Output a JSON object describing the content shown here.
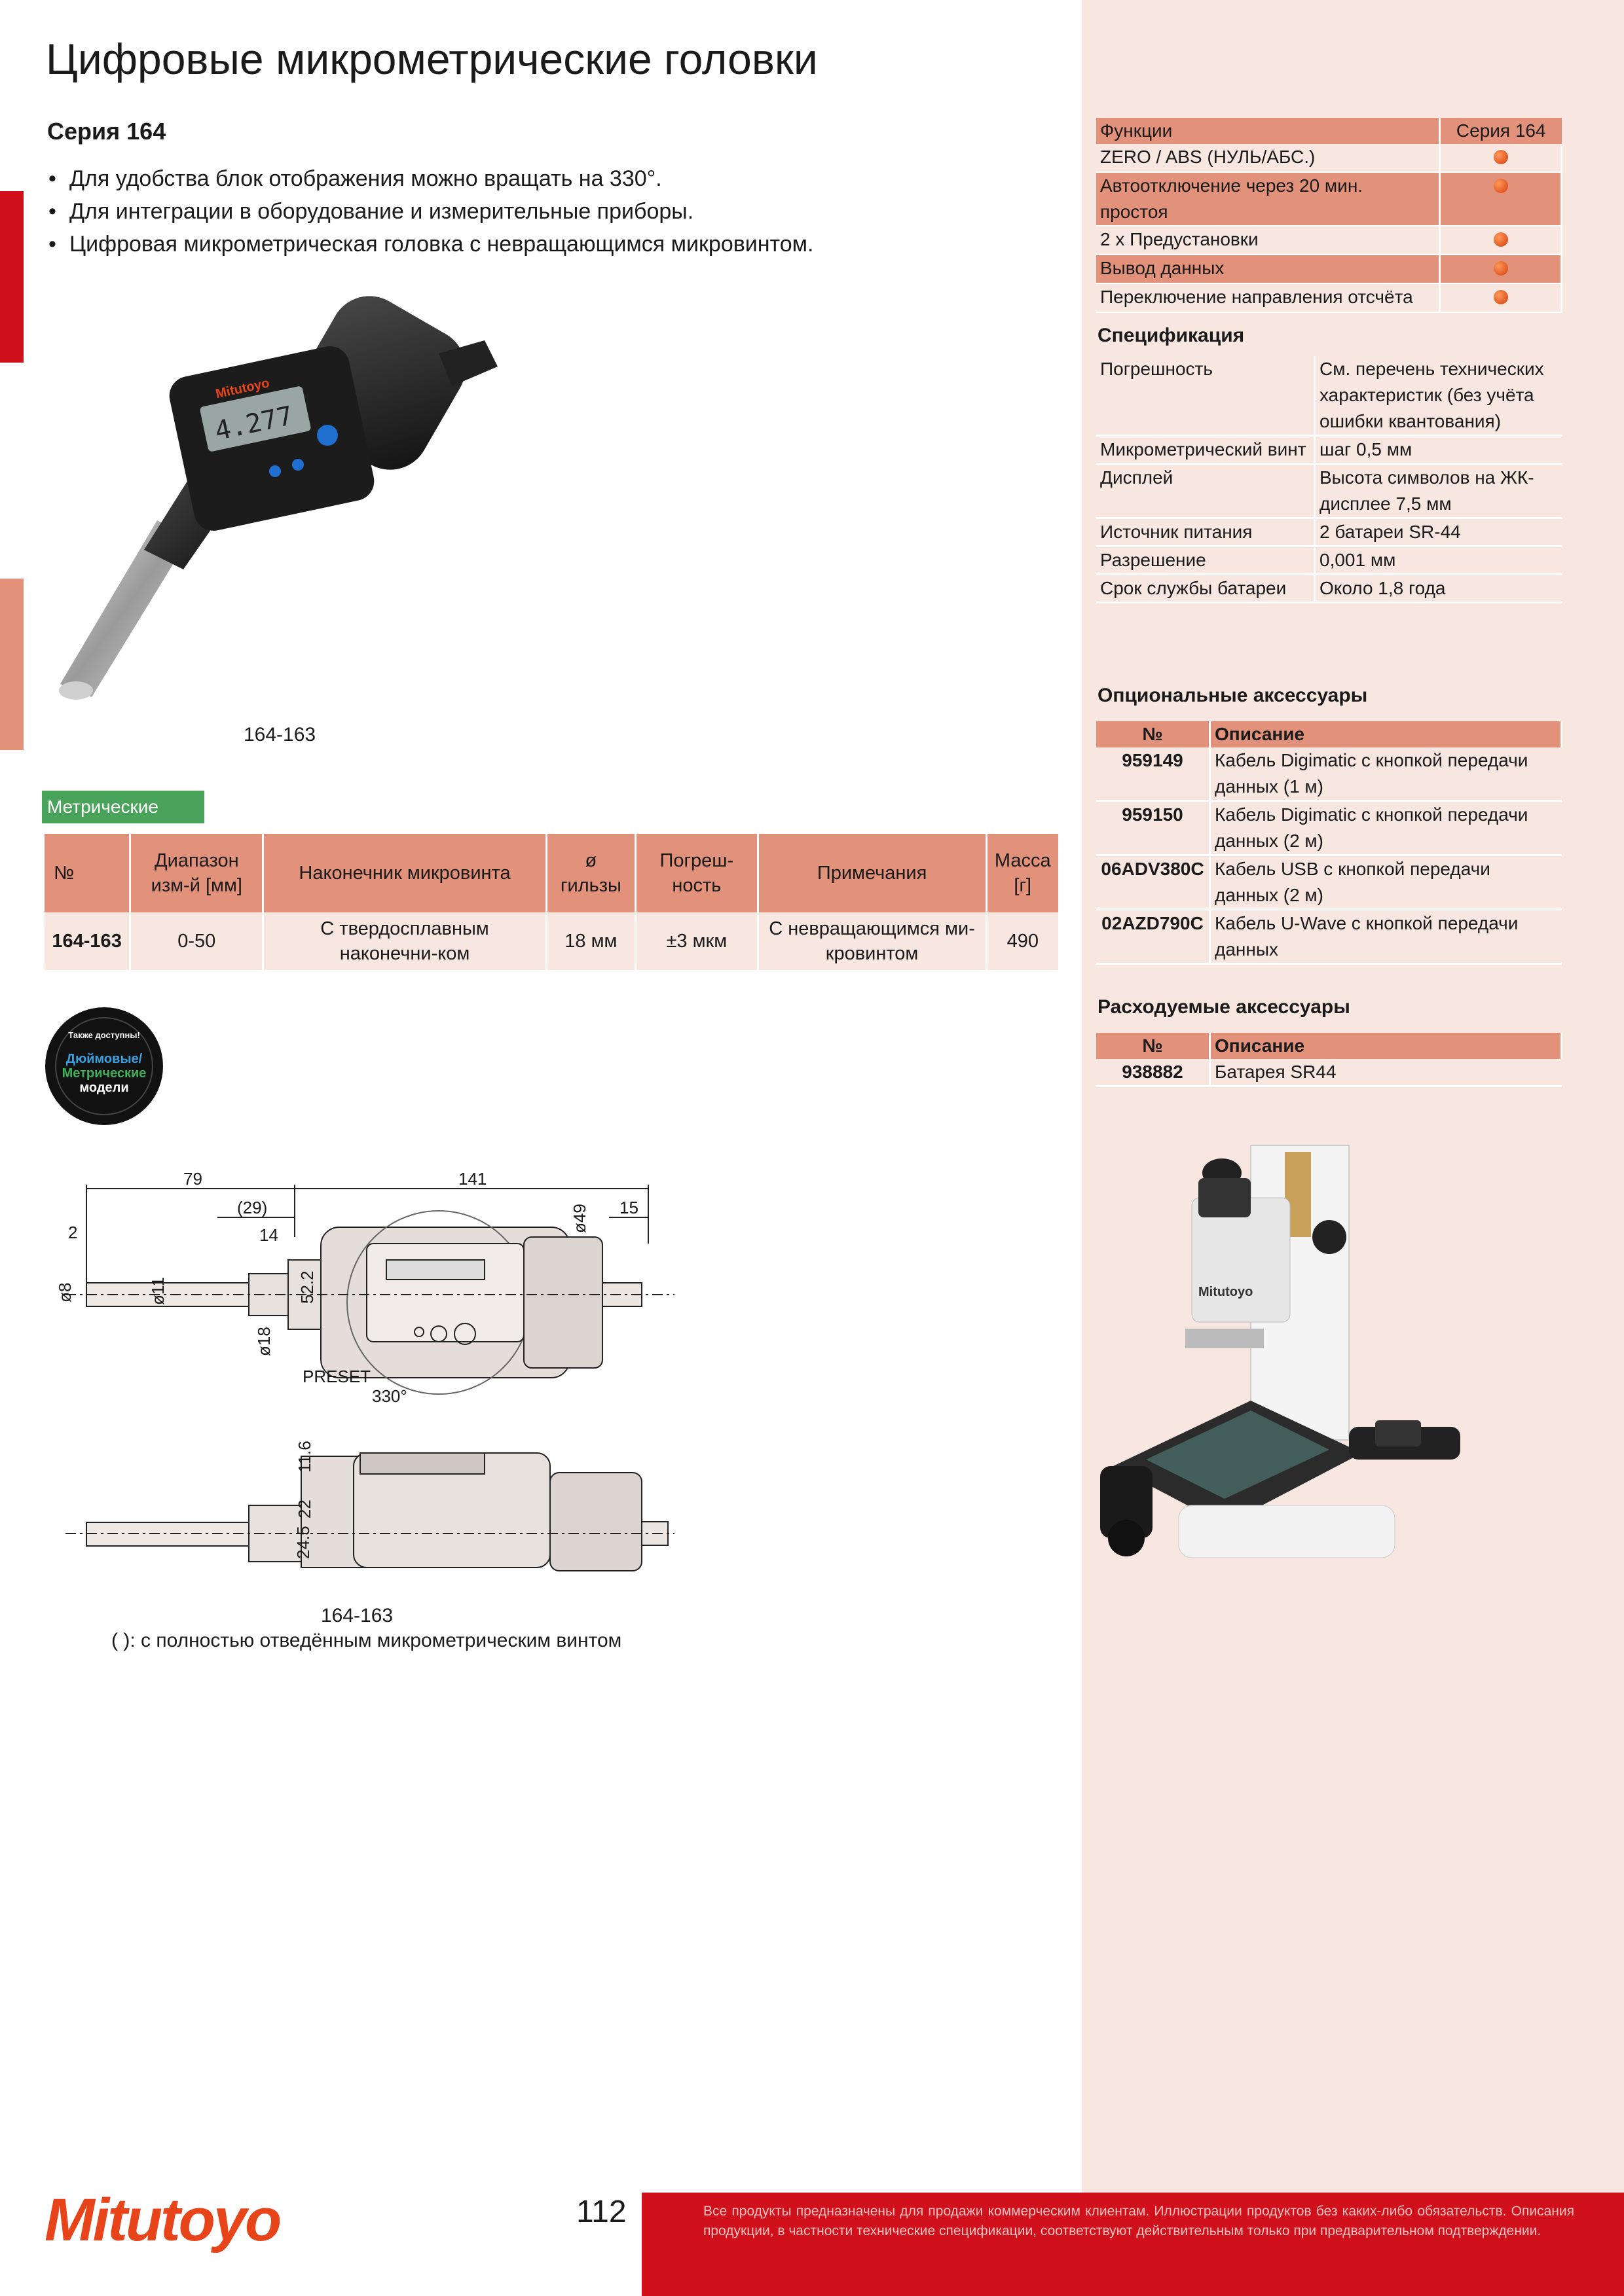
{
  "title": "Цифровые микрометрические головки",
  "series": "Серия 164",
  "bullets": [
    "Для удобства блок отображения можно вращать на 330°.",
    "Для интеграции в оборудование и измерительные приборы.",
    "Цифровая микрометрическая головка с невращающимся микровинтом."
  ],
  "product_caption": "164-163",
  "device_brand": "Mitutoyo",
  "device_display": "4.277",
  "metric_tag": "Метрические",
  "main_table": {
    "headers": [
      "№",
      "Диапазон изм-й [мм]",
      "Наконечник микровинта",
      "ø гильзы",
      "Погреш-ность",
      "Примечания",
      "Масса [г]"
    ],
    "rows": [
      [
        "164-163",
        "0-50",
        "С твердосплавным наконечни-ком",
        "18 мм",
        "±3 мкм",
        "С невращающимся ми-кровинтом",
        "490"
      ]
    ]
  },
  "badge": {
    "top": "Также доступны!",
    "line1": "Дюймовые/",
    "line2": "Метрические",
    "line3": "модели"
  },
  "drawing": {
    "dims": [
      "79",
      "141",
      "(29)",
      "ø49",
      "15",
      "2",
      "14",
      "ø8",
      "ø11",
      "52.2",
      "ø18",
      "PRESET",
      "330°",
      "11.6",
      "22",
      "24.5"
    ],
    "caption": "164-163",
    "note": "( ): с полностью отведённым микрометрическим винтом"
  },
  "functions": {
    "header": [
      "Функции",
      "Серия 164"
    ],
    "rows": [
      {
        "label": "ZERO / ABS (НУЛЬ/АБС.)",
        "hl": false
      },
      {
        "label": "Автоотключение через 20 мин. простоя",
        "hl": true
      },
      {
        "label": "2 x Предустановки",
        "hl": false
      },
      {
        "label": "Вывод данных",
        "hl": true
      },
      {
        "label": "Переключение направления отсчёта",
        "hl": false
      }
    ]
  },
  "spec_title": "Спецификация",
  "specs": [
    [
      "Погрешность",
      "См. перечень технических характеристик (без учёта ошибки квантования)"
    ],
    [
      "Микрометрический винт",
      "шаг 0,5 мм"
    ],
    [
      "Дисплей",
      "Высота символов на ЖК-дисплее 7,5 мм"
    ],
    [
      "Источник питания",
      "2 батареи SR-44"
    ],
    [
      "Разрешение",
      "0,001 мм"
    ],
    [
      "Срок службы батареи",
      "Около 1,8 года"
    ]
  ],
  "optional_title": "Опциональные аксессуары",
  "optional": {
    "header": [
      "№",
      "Описание"
    ],
    "rows": [
      [
        "959149",
        "Кабель Digimatic с кнопкой передачи данных (1 м)"
      ],
      [
        "959150",
        "Кабель Digimatic с кнопкой передачи данных (2 м)"
      ],
      [
        "06ADV380C",
        "Кабель USB с кнопкой передачи данных (2 м)"
      ],
      [
        "02AZD790C",
        "Кабель U-Wave с кнопкой передачи данных"
      ]
    ]
  },
  "consumable_title": "Расходуемые аксессуары",
  "consumable": {
    "header": [
      "№",
      "Описание"
    ],
    "rows": [
      [
        "938882",
        "Батарея SR44"
      ]
    ]
  },
  "microscope_brand": "Mitutoyo",
  "footer": {
    "logo": "Mitutoyo",
    "page": "112",
    "disclaimer": "Все продукты предназначены для продажи коммерческим клиентам. Иллюстрации продуктов без каких-либо обязательств. Описания продукции, в частности технические спецификации, соответствуют действительным только при предварительном подтверждении."
  }
}
